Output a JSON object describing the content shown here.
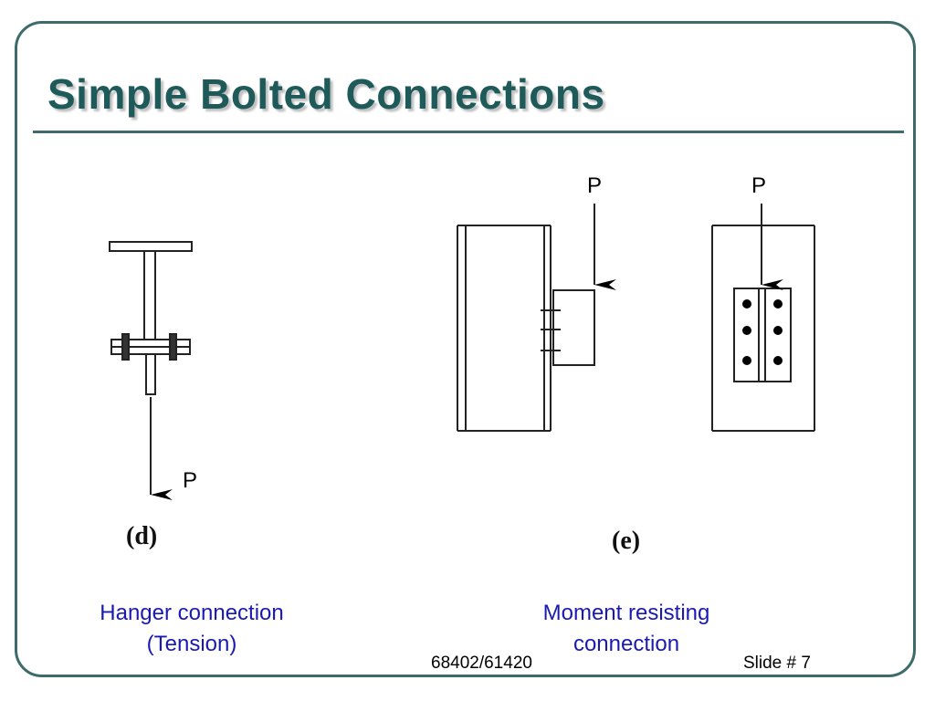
{
  "slide": {
    "title": "Simple Bolted Connections",
    "footer_left": "68402/61420",
    "footer_right": "Slide # 7"
  },
  "figures": {
    "hanger": {
      "load_label": "P",
      "sublabel": "(d)",
      "caption_line1": "Hanger connection",
      "caption_line2": "(Tension)"
    },
    "moment": {
      "load_label_side": "P",
      "load_label_front": "P",
      "sublabel": "(e)",
      "caption_line1": "Moment resisting",
      "caption_line2": "connection"
    }
  },
  "colors": {
    "frame": "#3d6b6b",
    "title": "#1f5a5a",
    "caption": "#1a1ab0"
  }
}
